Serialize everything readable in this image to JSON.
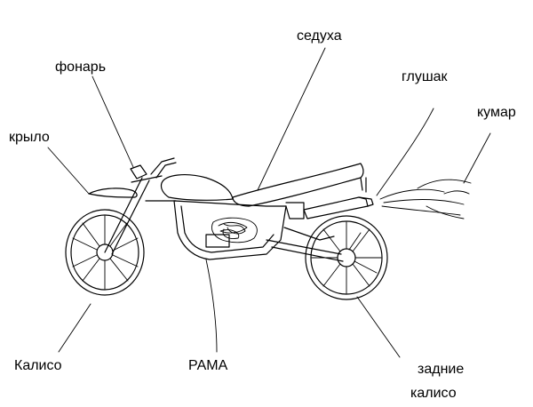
{
  "labels": {
    "headlight": "фонарь",
    "seat": "седуха",
    "muffler": "глушак",
    "fender": "крыло",
    "smoke": "кумар",
    "front_wheel": "Калисо",
    "frame": "РАМА",
    "rear_wheel_line1": "задние",
    "rear_wheel_line2": "калисо"
  },
  "colors": {
    "ink": "#000000",
    "background": "#ffffff"
  }
}
